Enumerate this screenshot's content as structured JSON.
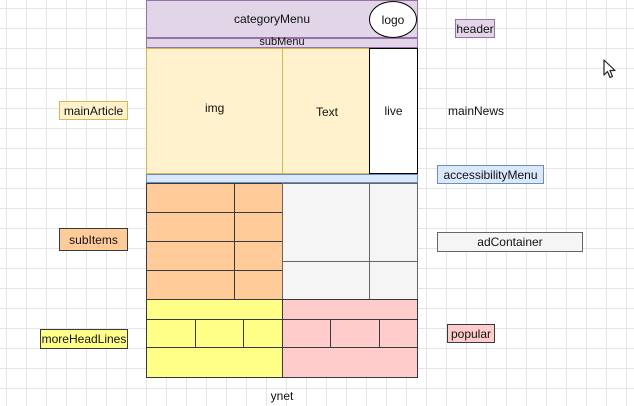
{
  "header": {
    "category_menu": "categoryMenu",
    "logo": "logo",
    "sub_menu": "subMenu"
  },
  "main": {
    "img": "img",
    "text": "Text",
    "live": "live"
  },
  "labels": {
    "header": "header",
    "main_article": "mainArticle",
    "main_news": "mainNews",
    "accessibility_menu": "accessibilityMenu",
    "sub_items": "subItems",
    "ad_container": "adContainer",
    "more_head_lines": "moreHeadLines",
    "popular": "popular"
  },
  "footer": {
    "title": "ynet"
  },
  "colors": {
    "header": "#e1d5e7",
    "main_article": "#fff2cc",
    "accessibility": "#dae8fc",
    "sub_items": "#ffcc99",
    "ad_container": "#f5f5f5",
    "more_head_lines": "#ffff88",
    "popular": "#ffcccc"
  },
  "icons": {
    "cursor": "mouse-pointer-icon"
  }
}
